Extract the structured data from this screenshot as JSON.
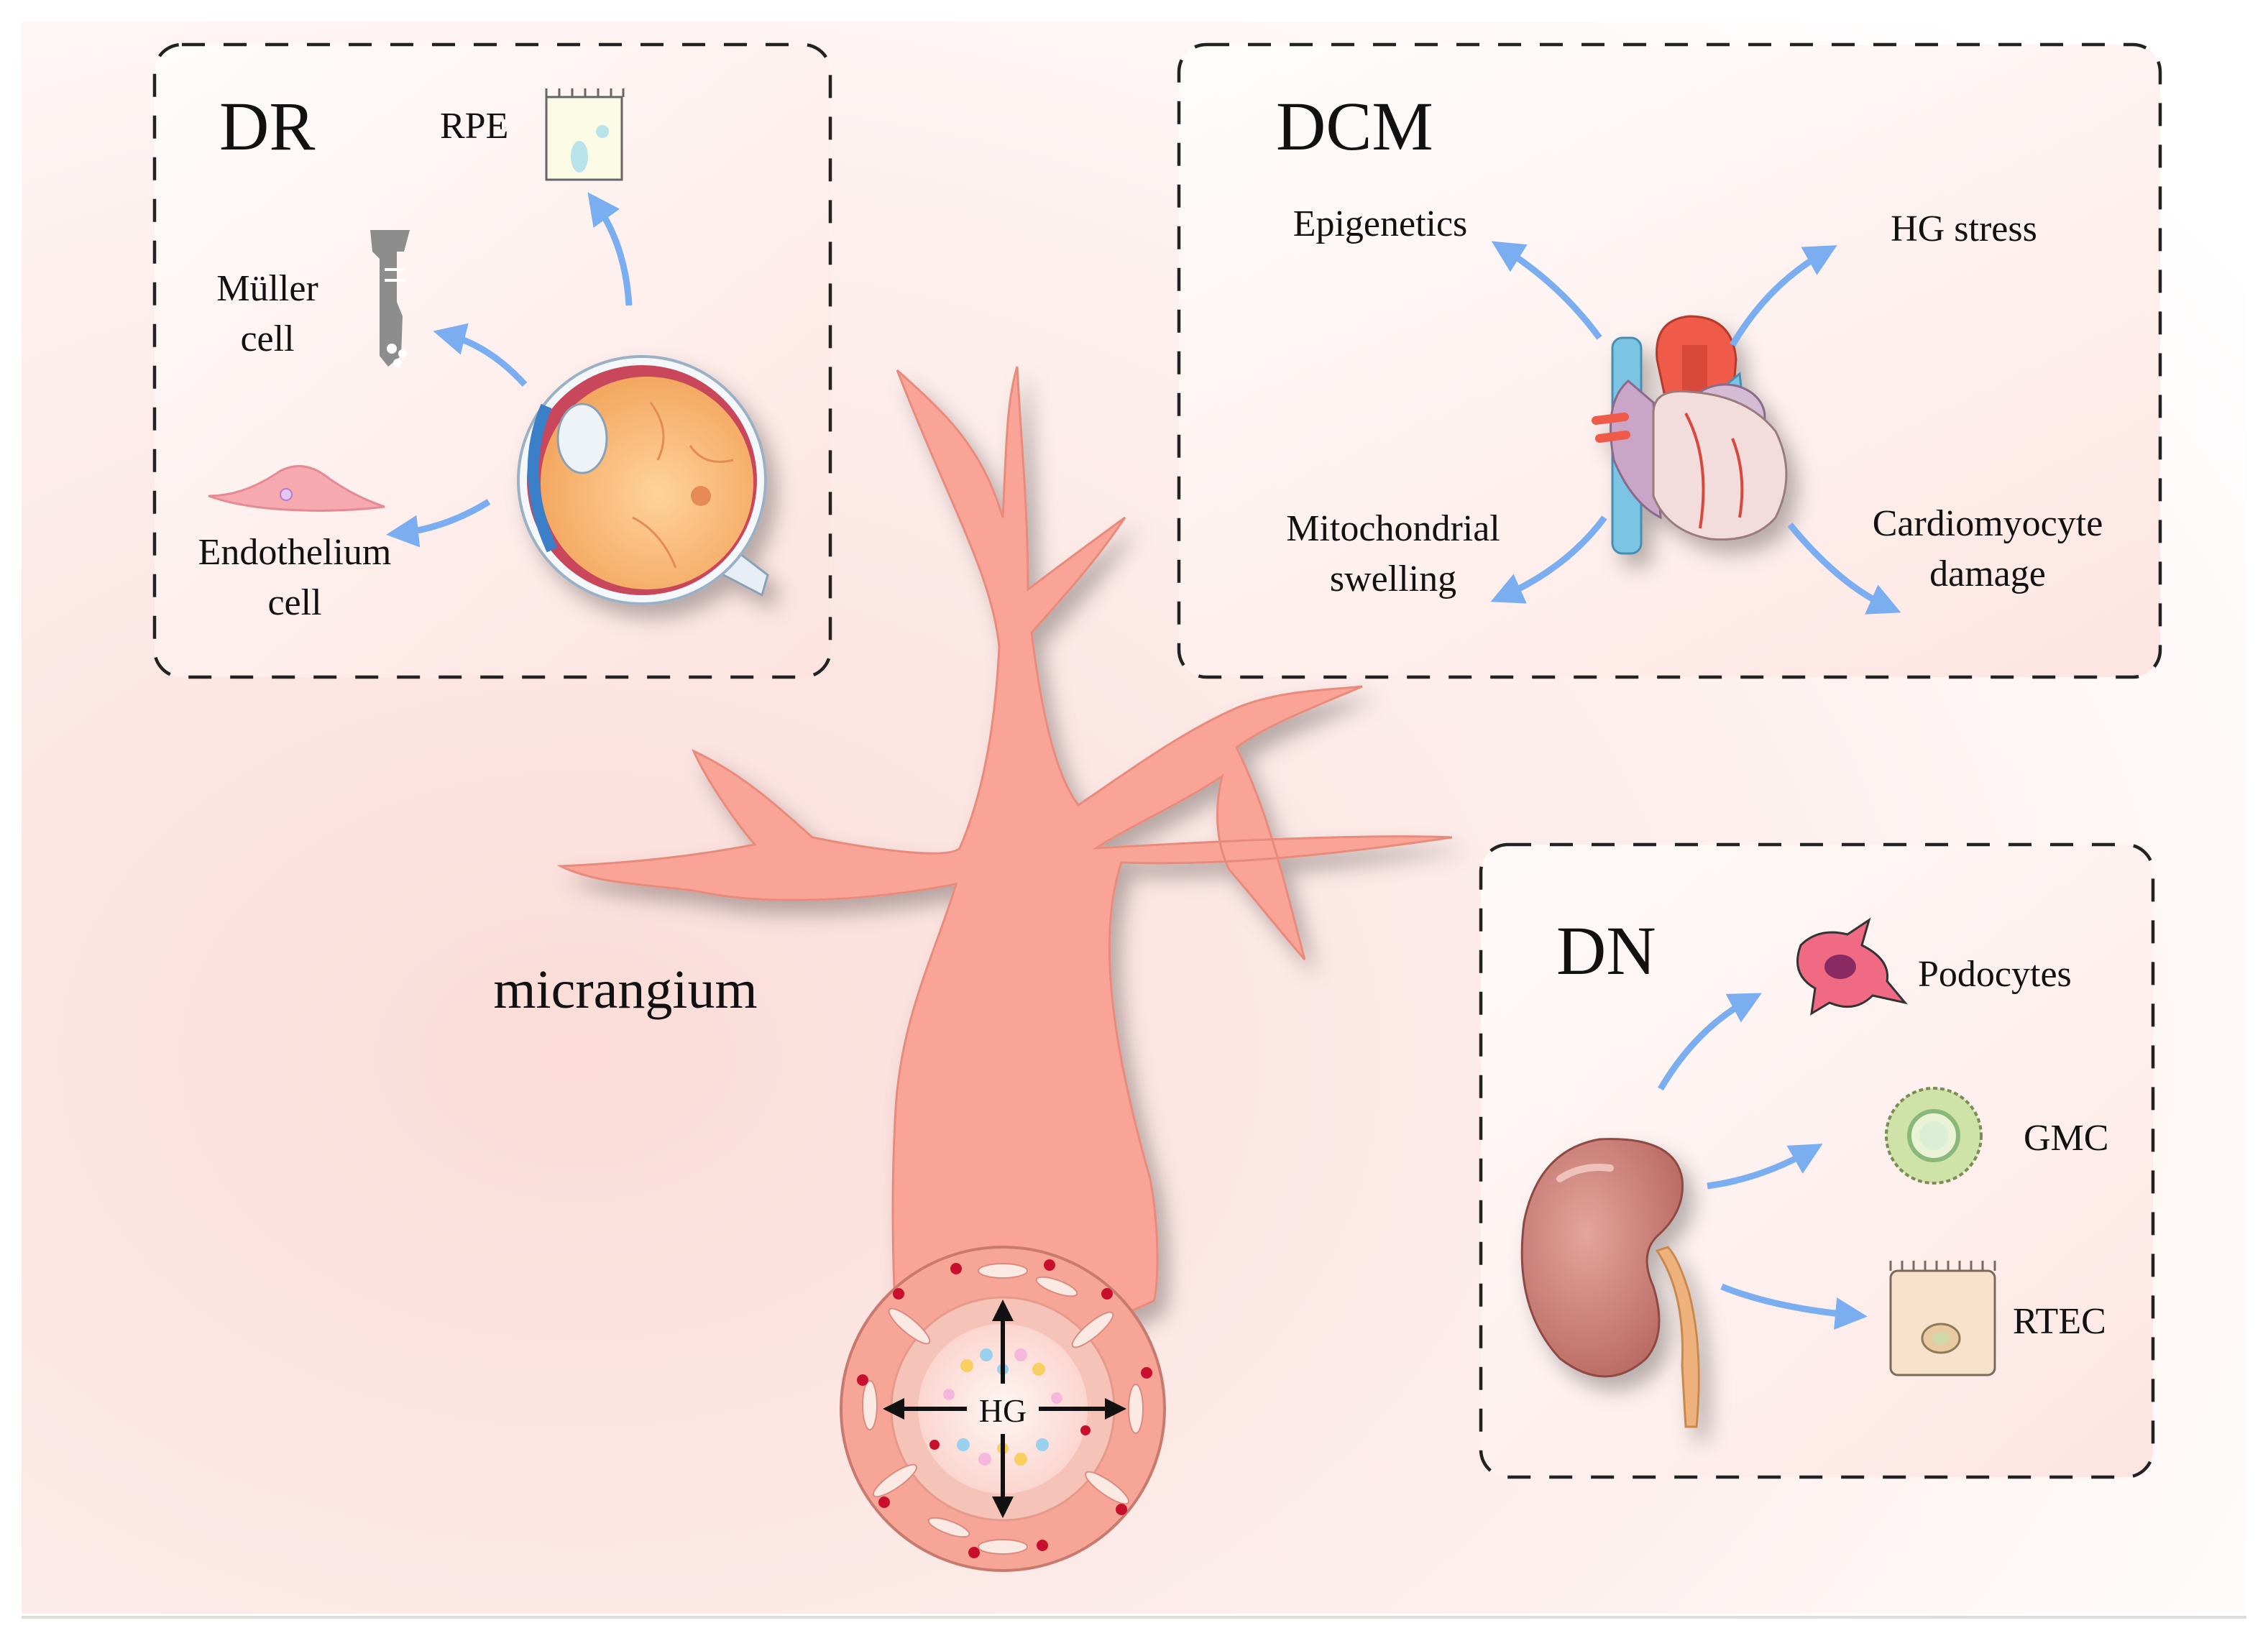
{
  "colors": {
    "vessel": "#f9a497",
    "vessel_edge": "#e88a7c",
    "arrow": "#7aaef0",
    "box_border": "#222222",
    "background_tint": "#fbe4e2"
  },
  "center": {
    "label": "micrangium",
    "lumen_label": "HG"
  },
  "panels": {
    "dr": {
      "title": "DR",
      "organ_icon": "eye-icon",
      "targets": [
        {
          "label": "RPE",
          "icon": "rpe-cell-icon"
        },
        {
          "line1": "Müller",
          "line2": "cell",
          "icon": "muller-cell-icon"
        },
        {
          "line1": "Endothelium",
          "line2": "cell",
          "icon": "endothelial-cell-icon"
        }
      ]
    },
    "dcm": {
      "title": "DCM",
      "organ_icon": "heart-icon",
      "targets": [
        {
          "label": "Epigenetics"
        },
        {
          "label": "HG stress"
        },
        {
          "line1": "Mitochondrial",
          "line2": "swelling"
        },
        {
          "line1": "Cardiomyocyte",
          "line2": "damage"
        }
      ]
    },
    "dn": {
      "title": "DN",
      "organ_icon": "kidney-icon",
      "targets": [
        {
          "label": "Podocytes",
          "icon": "podocyte-icon"
        },
        {
          "label": "GMC",
          "icon": "glomerular-mesangial-cell-icon"
        },
        {
          "label": "RTEC",
          "icon": "renal-tubular-cell-icon"
        }
      ]
    }
  }
}
